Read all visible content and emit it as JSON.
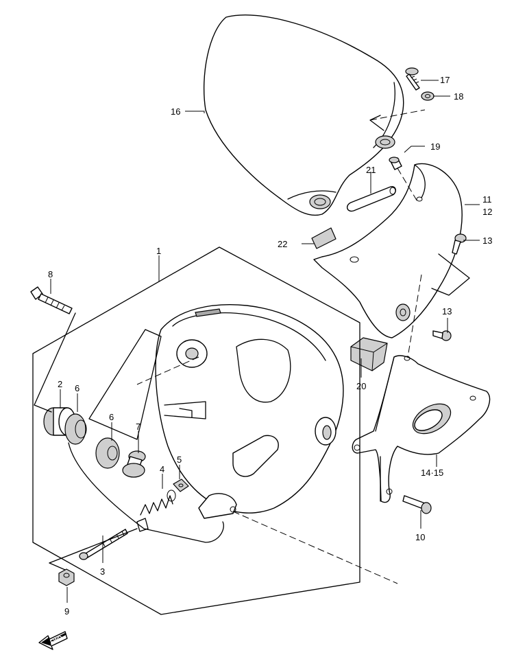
{
  "callouts": {
    "c1": "1",
    "c2": "2",
    "c3": "3",
    "c4": "4",
    "c5": "5",
    "c6a": "6",
    "c6b": "6",
    "c7": "7",
    "c8": "8",
    "c9": "9",
    "c10": "10",
    "c11": "11",
    "c12": "12",
    "c13a": "13",
    "c13b": "13",
    "c14_15": "14·15",
    "c16": "16",
    "c17": "17",
    "c18": "18",
    "c19": "19",
    "c20": "20",
    "c21": "21",
    "c22": "22"
  },
  "fwd_label": "FWD"
}
